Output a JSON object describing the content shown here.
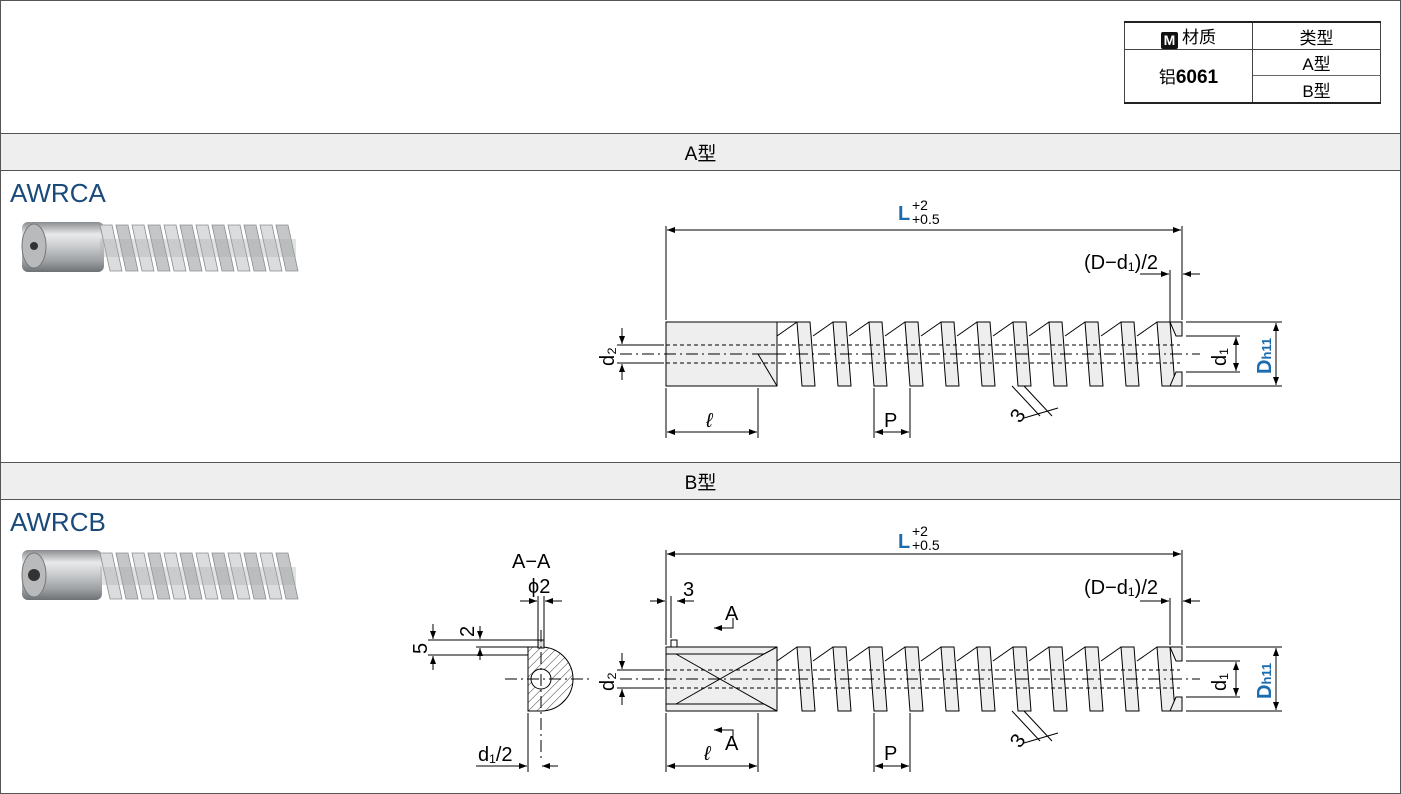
{
  "spec_table": {
    "material_badge": "M",
    "material_header": "材质",
    "type_header": "类型",
    "material_prefix": "铝",
    "material_grade": "6061",
    "types": [
      "A型",
      "B型"
    ]
  },
  "sections": {
    "a": {
      "band_label": "A型",
      "model": "AWRCA"
    },
    "b": {
      "band_label": "B型",
      "model": "AWRCB"
    }
  },
  "dimensions": {
    "L": "L",
    "L_tol_upper": "+2",
    "L_tol_lower": "+0.5",
    "ddiff": "(D−d₁)/2",
    "d2": "d₂",
    "d1": "d₁",
    "D": "D",
    "D_sub": "h11",
    "ell": "ℓ",
    "P": "P",
    "pitch_3": "3",
    "section_label": "A−A",
    "phi2": "ϕ2",
    "dim5": "5",
    "dim2": "2",
    "d1_half": "d₁/2",
    "dim3": "3",
    "cut_A": "A"
  },
  "colors": {
    "accent": "#1a6cb0",
    "model_text": "#1a4a7a",
    "band": "#eeeeee"
  }
}
